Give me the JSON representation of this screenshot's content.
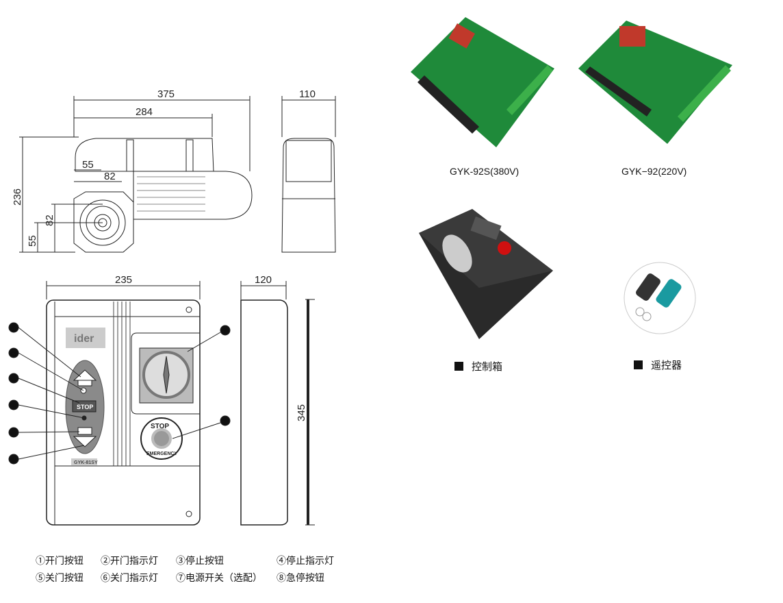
{
  "dimensions": {
    "top_width": "375",
    "top_inner": "284",
    "height": "236",
    "offset_h1": "55",
    "offset_h2": "82",
    "offset_v1": "82",
    "offset_v2": "55",
    "end_width": "110",
    "front_width": "235",
    "side_width": "120",
    "front_height": "345"
  },
  "front_panel": {
    "logo": "ider",
    "stop_button": "STOP",
    "emergency_top": "STOP",
    "emergency_bottom": "EMERGENCY",
    "model_label": "GYK-81SY"
  },
  "callouts": [
    "①",
    "②",
    "③",
    "④",
    "⑤",
    "⑥",
    "⑦",
    "⑧"
  ],
  "legend": [
    [
      "①开门按钮",
      "②开门指示灯",
      "③停止按钮",
      "④停止指示灯"
    ],
    [
      "⑤关门按钮",
      "⑥关门指示灯",
      "⑦电源开关（选配）",
      "⑧急停按钮"
    ]
  ],
  "products": {
    "board1": "GYK-92S(380V)",
    "board2": "GYK−92(220V)",
    "control_box": "控制箱",
    "remote": "遥控器"
  }
}
